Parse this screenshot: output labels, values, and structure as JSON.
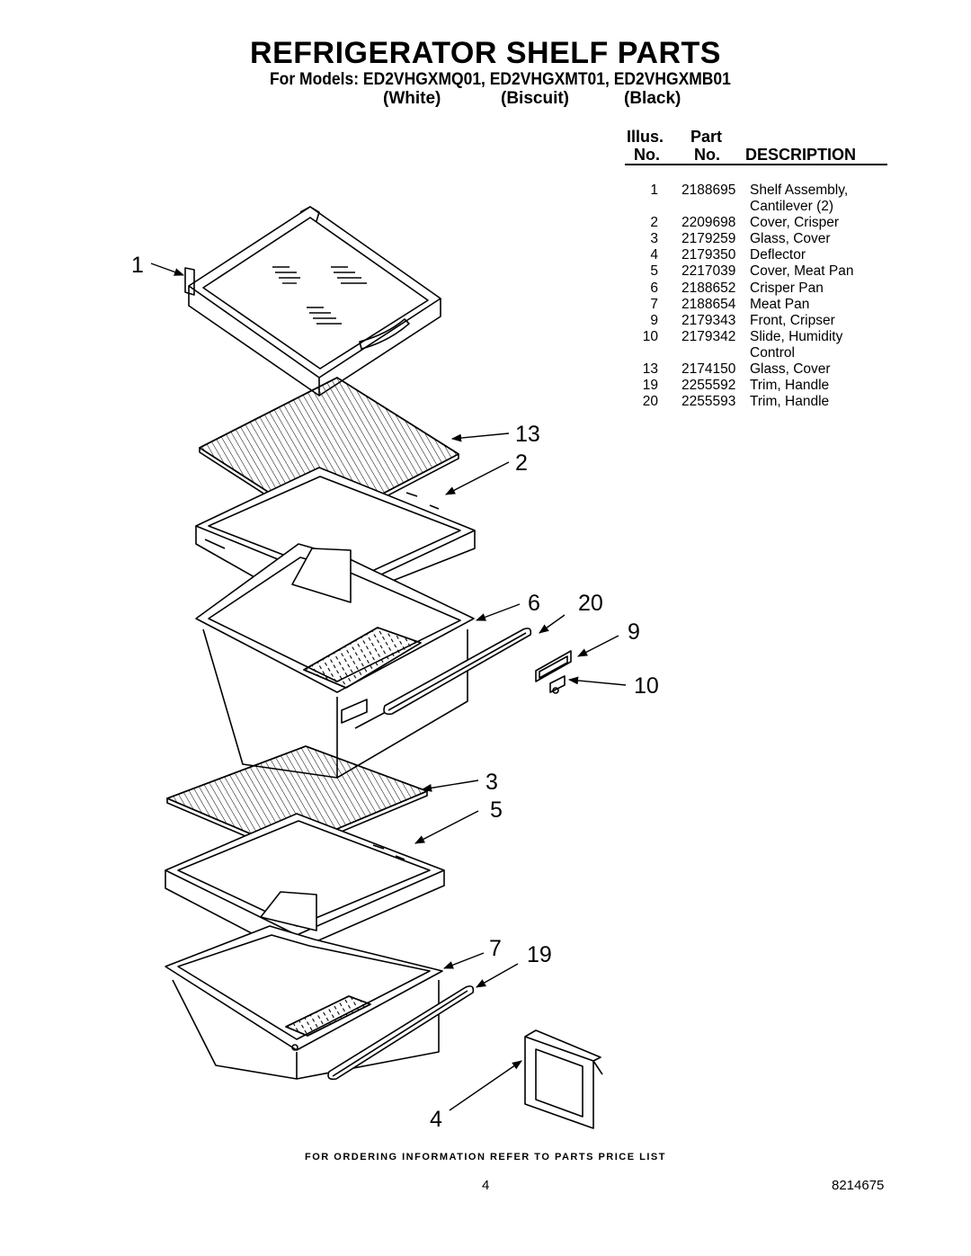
{
  "header": {
    "title": "REFRIGERATOR SHELF PARTS",
    "models": "For Models: ED2VHGXMQ01, ED2VHGXMT01, ED2VHGXMB01",
    "colors": [
      "(White)",
      "(Biscuit)",
      "(Black)"
    ]
  },
  "table": {
    "col_illus_top": "Illus.",
    "col_illus_bottom": "No.",
    "col_part_top": "Part",
    "col_part_bottom": "No.",
    "col_desc": "DESCRIPTION",
    "rows": [
      {
        "illus": "1",
        "part": "2188695",
        "desc": "Shelf Assembly,",
        "cont": "Cantilever (2)"
      },
      {
        "illus": "2",
        "part": "2209698",
        "desc": "Cover, Crisper"
      },
      {
        "illus": "3",
        "part": "2179259",
        "desc": "Glass, Cover"
      },
      {
        "illus": "4",
        "part": "2179350",
        "desc": "Deflector"
      },
      {
        "illus": "5",
        "part": "2217039",
        "desc": "Cover, Meat Pan"
      },
      {
        "illus": "6",
        "part": "2188652",
        "desc": "Crisper Pan"
      },
      {
        "illus": "7",
        "part": "2188654",
        "desc": "Meat Pan"
      },
      {
        "illus": "9",
        "part": "2179343",
        "desc": "Front, Cripser"
      },
      {
        "illus": "10",
        "part": "2179342",
        "desc": "Slide, Humidity",
        "cont": "Control"
      },
      {
        "illus": "13",
        "part": "2174150",
        "desc": "Glass, Cover"
      },
      {
        "illus": "19",
        "part": "2255592",
        "desc": "Trim, Handle"
      },
      {
        "illus": "20",
        "part": "2255593",
        "desc": "Trim, Handle"
      }
    ]
  },
  "callouts": [
    "1",
    "13",
    "2",
    "6",
    "20",
    "9",
    "10",
    "3",
    "5",
    "7",
    "19",
    "4"
  ],
  "footer": {
    "ordering_note": "FOR ORDERING INFORMATION REFER TO PARTS PRICE LIST",
    "page_number": "4",
    "document_number": "8214675"
  }
}
